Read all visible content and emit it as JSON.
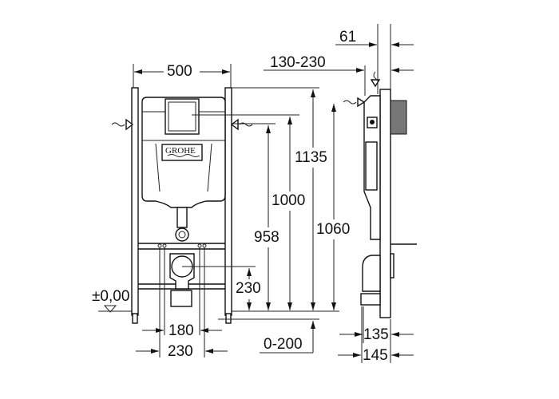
{
  "drawing": {
    "brand_logo": "GROHE",
    "front_view": {
      "width_label": "500",
      "height_top_label": "1135",
      "height_plate_label": "1000",
      "height_inlet_label": "958",
      "height_side_label": "1060",
      "drain_height_label": "230",
      "floor_level_label": "±0,00",
      "drain_spacing_inner_label": "180",
      "drain_spacing_outer_label": "230",
      "foot_adjust_label": "0-200"
    },
    "side_view": {
      "depth_top_label": "61",
      "wall_offset_label": "130-230",
      "depth_bottom_inner_label": "135",
      "depth_bottom_outer_label": "145"
    }
  }
}
